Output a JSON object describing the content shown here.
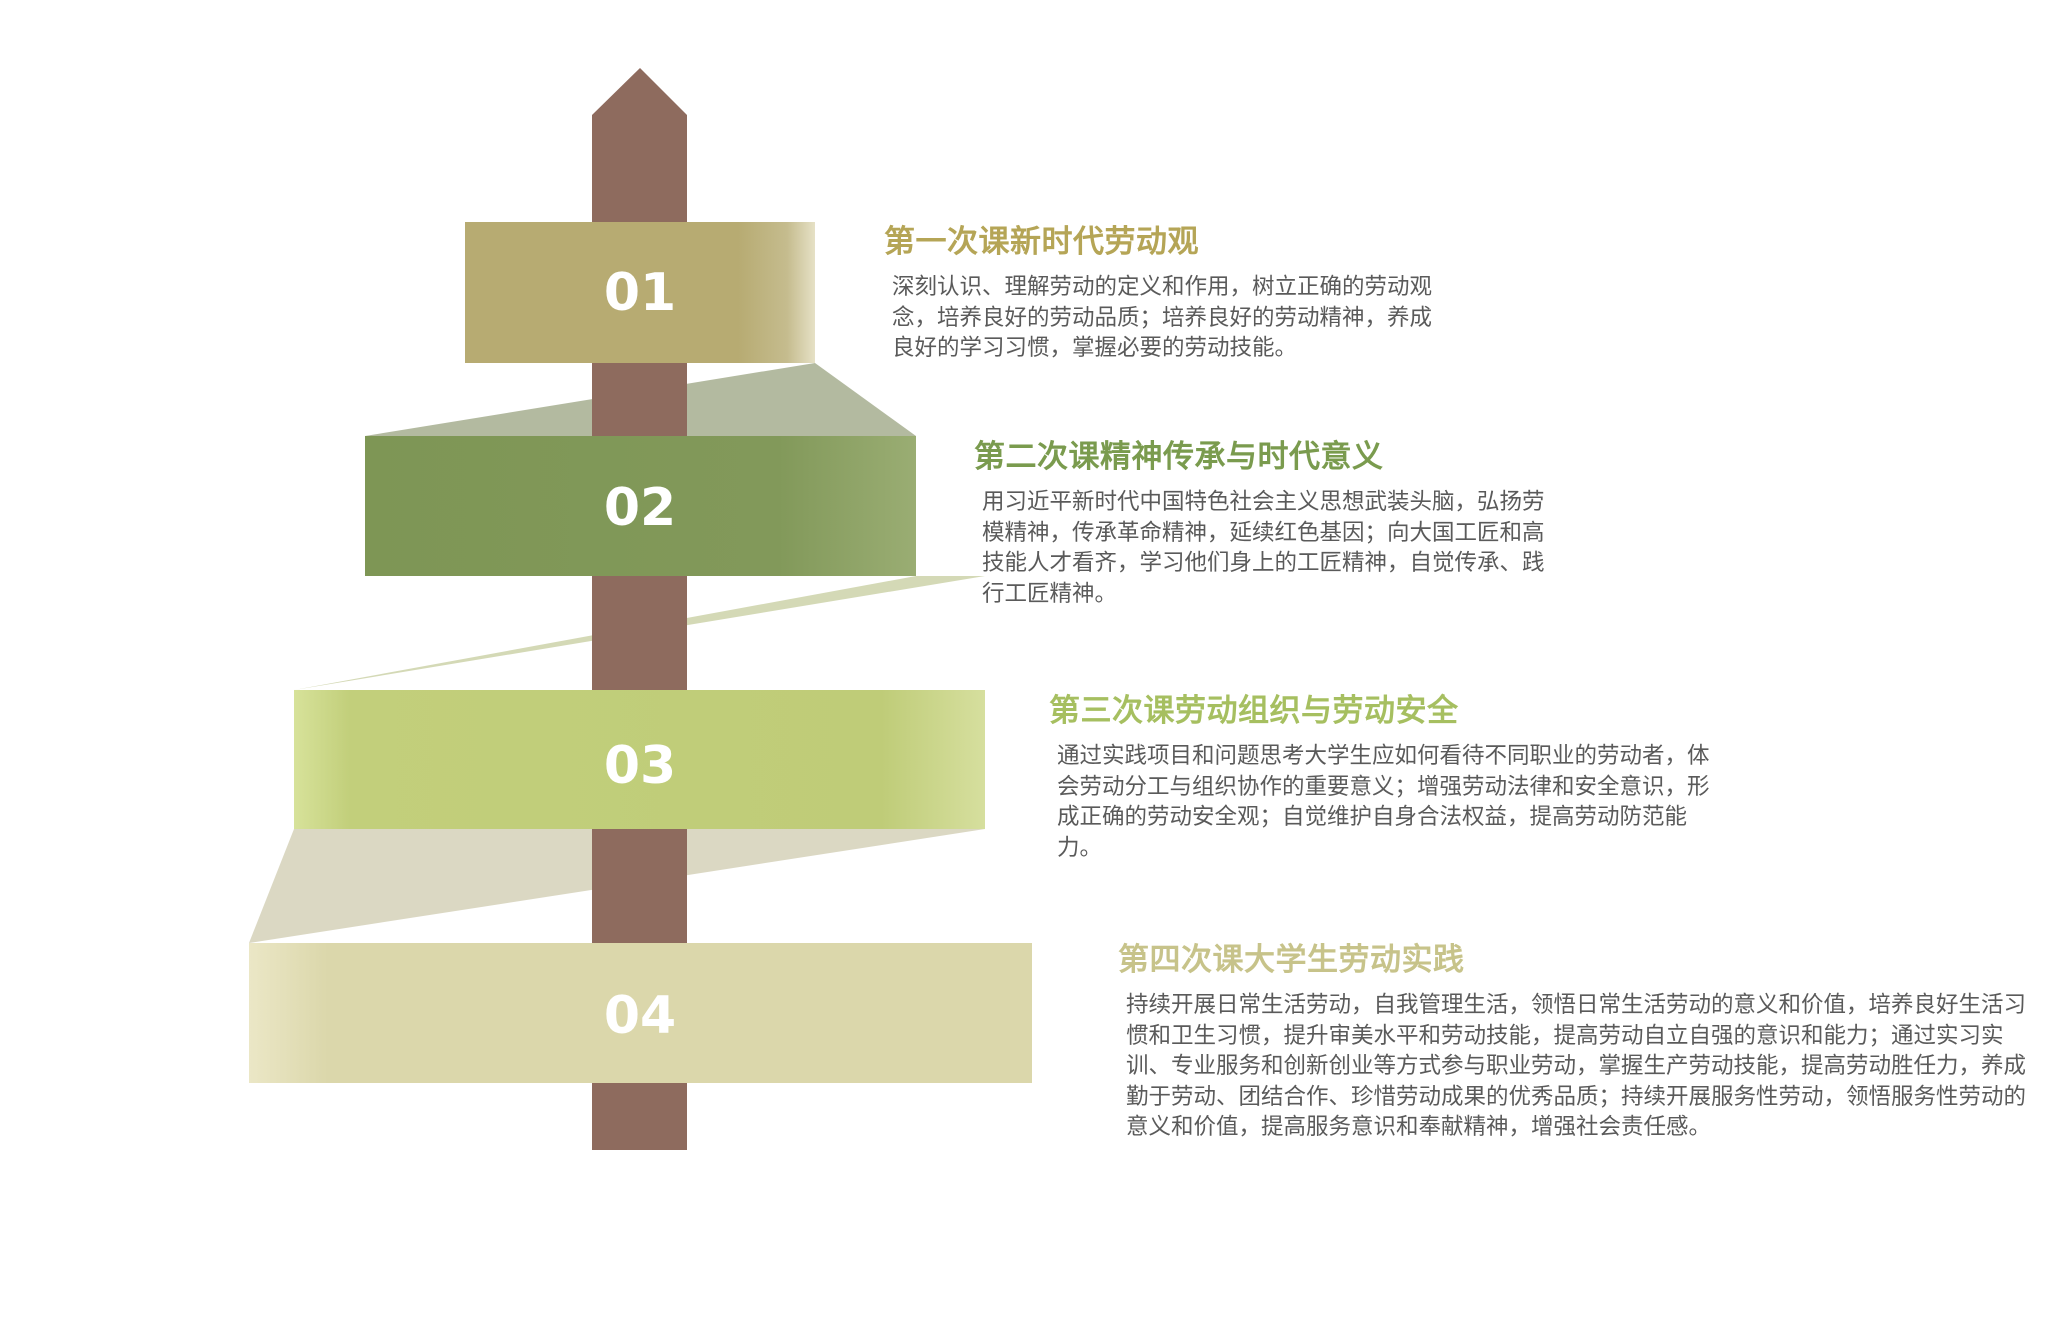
{
  "colors": {
    "pole": "#8e6b5e",
    "band_1": "#b7ab72",
    "band_2": "#82995a",
    "band_3": "#bfcc78",
    "band_4": "#dbd7ab",
    "title_1": "#b5a556",
    "title_2": "#7a9b4e",
    "title_3": "#a6bf60",
    "title_4": "#c7c38a",
    "description_text": "#5a5a5a"
  },
  "icons": [
    "up-arrow-pole"
  ],
  "steps": [
    {
      "number": "01",
      "title": "第一次课新时代劳动观",
      "description": "深刻认识、理解劳动的定义和作用，树立正确的劳动观念，培养良好的劳动品质；培养良好的劳动精神，养成良好的学习习惯，掌握必要的劳动技能。"
    },
    {
      "number": "02",
      "title": "第二次课精神传承与时代意义",
      "description": "用习近平新时代中国特色社会主义思想武装头脑，弘扬劳模精神，传承革命精神，延续红色基因；向大国工匠和高技能人才看齐，学习他们身上的工匠精神，自觉传承、践行工匠精神。"
    },
    {
      "number": "03",
      "title": "第三次课劳动组织与劳动安全",
      "description": "通过实践项目和问题思考大学生应如何看待不同职业的劳动者，体会劳动分工与组织协作的重要意义；增强劳动法律和安全意识，形成正确的劳动安全观；自觉维护自身合法权益，提高劳动防范能力。"
    },
    {
      "number": "04",
      "title": "第四次课大学生劳动实践",
      "description": "持续开展日常生活劳动，自我管理生活，领悟日常生活劳动的意义和价值，培养良好生活习惯和卫生习惯，提升审美水平和劳动技能，提高劳动自立自强的意识和能力；通过实习实训、专业服务和创新创业等方式参与职业劳动，掌握生产劳动技能，提高劳动胜任力，养成勤于劳动、团结合作、珍惜劳动成果的优秀品质；持续开展服务性劳动，领悟服务性劳动的意义和价值，提高服务意识和奉献精神，增强社会责任感。"
    }
  ]
}
